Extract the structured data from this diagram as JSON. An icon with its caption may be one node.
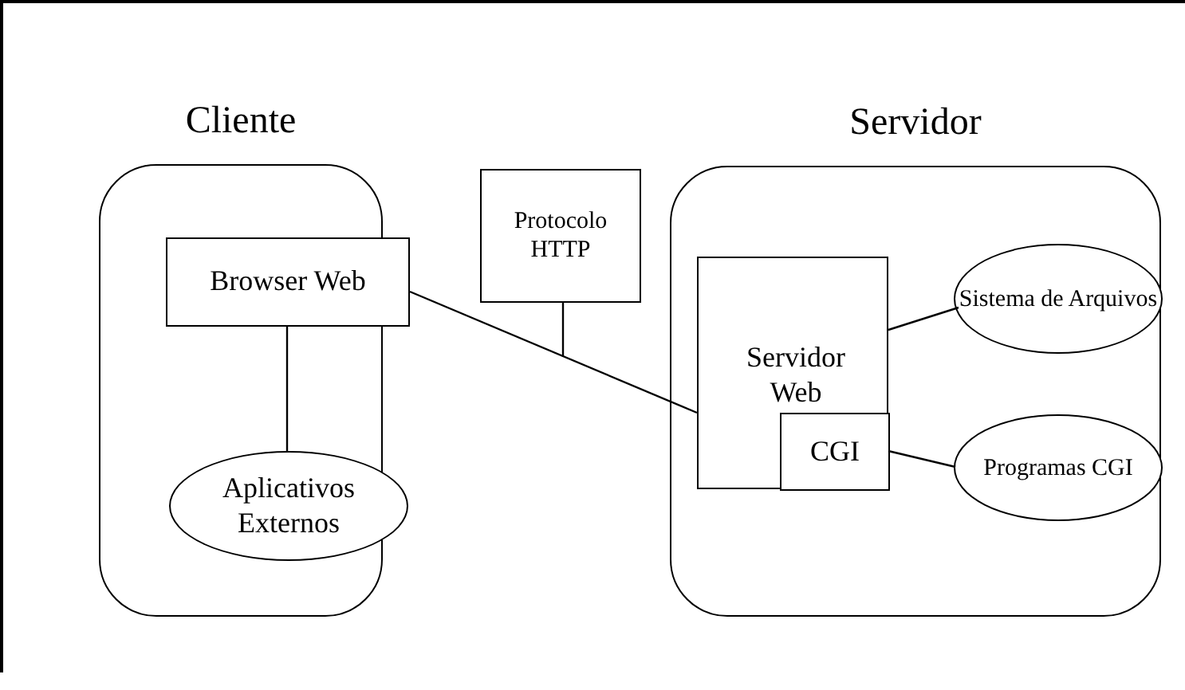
{
  "diagram": {
    "nodes": [
      {
        "text": [
          "Cliente"
        ]
      },
      {
        "text": [
          "Browser Web"
        ],
        "in": 0
      },
      {
        "text": [
          "Aplicativos Externos"
        ],
        "in": 0
      },
      {
        "text": [
          "Protocolo HTTP"
        ]
      },
      {
        "text": [
          "Servidor"
        ]
      },
      {
        "text": [
          "Servidor Web"
        ],
        "in": 4
      },
      {
        "text": [
          "CGI"
        ],
        "in": 5
      },
      {
        "text": [
          "Sistema de Arquivos"
        ],
        "in": 4
      },
      {
        "text": [
          "Programas CGI"
        ],
        "in": 4
      }
    ],
    "edges": [
      {
        "from": 1,
        "to": 2,
        "arrow": "none"
      },
      {
        "from": 1,
        "to": 5,
        "arrow": "none"
      },
      {
        "from": 3,
        "to": null,
        "arrow": "none"
      },
      {
        "from": 5,
        "to": 7,
        "arrow": "none"
      },
      {
        "from": 6,
        "to": 8,
        "arrow": "none"
      }
    ]
  }
}
